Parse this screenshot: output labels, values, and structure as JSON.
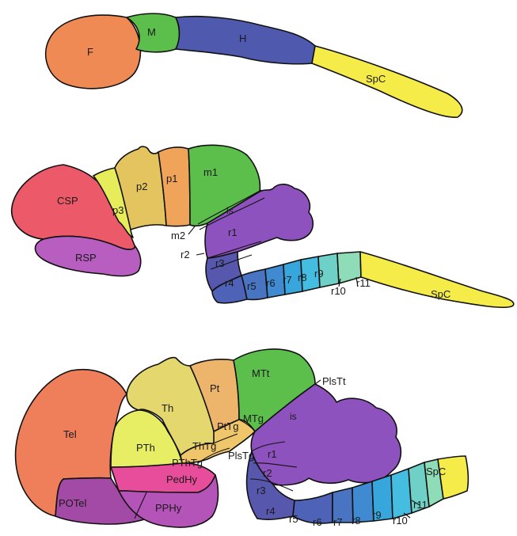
{
  "colors": {
    "forebrain": "#F08A55",
    "midbrain": "#5CBE4B",
    "hindbrain": "#4F5AAE",
    "spinal": "#F5EC4A",
    "csp": "#EC5A6A",
    "rsp": "#B85EC0",
    "p3": "#E6EC5A",
    "p2": "#E3C45E",
    "p1": "#EFA45A",
    "cerebellum": "#8E52BE",
    "r3": "#5757AE",
    "r4": "#4E62B7",
    "r5": "#4874C2",
    "r6": "#3F8AD0",
    "r7": "#36A6DC",
    "r8": "#44BDE0",
    "r9": "#6FD0C7",
    "r10": "#8FDCB8",
    "tel": "#EF7F5A",
    "potel": "#A24AA6",
    "pedhy": "#E84D9B",
    "pphy": "#B453B8",
    "pth": "#E7EE63",
    "th": "#E4D76E",
    "pt": "#EDB56B"
  },
  "panel1": {
    "F": "F",
    "M": "M",
    "H": "H",
    "SpC": "SpC"
  },
  "panel2": {
    "CSP": "CSP",
    "RSP": "RSP",
    "p3": "p3",
    "p2": "p2",
    "p1": "p1",
    "m1": "m1",
    "m2": "m2",
    "is": "is",
    "r1": "r1",
    "r2": "r2",
    "r3": "r3",
    "r4": "r4",
    "r5": "r5",
    "r6": "r6",
    "r7": "r7",
    "r8": "r8",
    "r9": "r9",
    "r10": "r10",
    "r11": "r11",
    "SpC": "SpC"
  },
  "panel3": {
    "Tel": "Tel",
    "POTel": "POTel",
    "PedHy": "PedHy",
    "PPHy": "PPHy",
    "PTh": "PTh",
    "PThTg": "PThTg",
    "Th": "Th",
    "ThTg": "ThTg",
    "Pt": "Pt",
    "PtTg": "PtTg",
    "MTt": "MTt",
    "MTg": "MTg",
    "PlsTt": "PlsTt",
    "PlsTg": "PlsTg",
    "is": "is",
    "r1": "r1",
    "r2": "r2",
    "r3": "r3",
    "r4": "r4",
    "r5": "r5",
    "r6": "r6",
    "r7": "r7",
    "r8": "r8",
    "r9": "r9",
    "r10": "r10",
    "r11": "r11",
    "SpC": "SpC"
  }
}
